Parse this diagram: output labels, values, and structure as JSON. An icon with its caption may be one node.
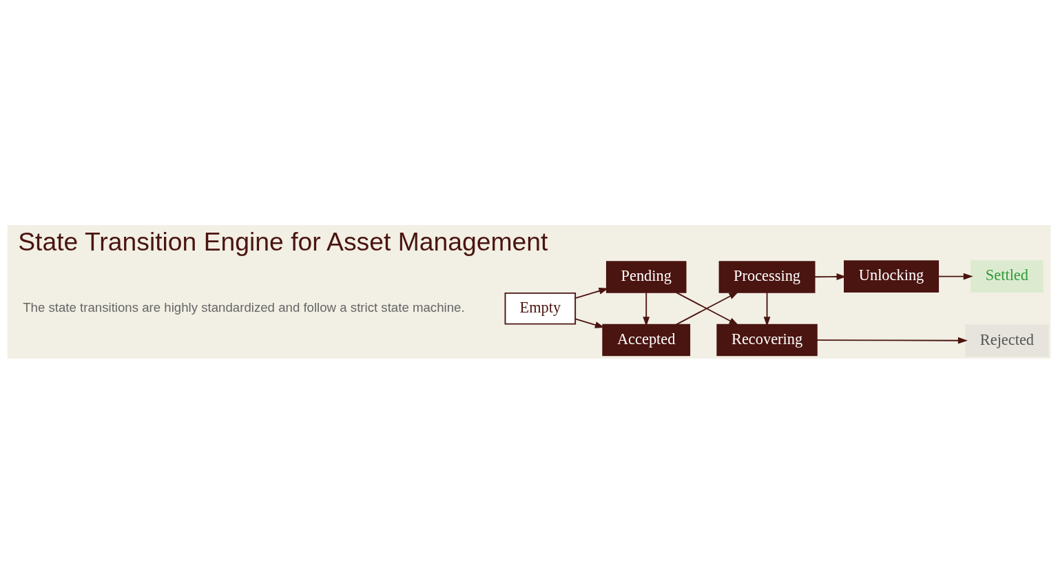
{
  "diagram": {
    "title": "State Transition Engine for Asset Management",
    "nodes": [
      {
        "text": [
          "Empty"
        ]
      },
      {
        "text": [
          "Accepted"
        ]
      },
      {
        "text": [
          "Processing"
        ]
      },
      {
        "text": [
          "Unlocking"
        ]
      },
      {
        "text": [
          "Settled"
        ]
      },
      {
        "text": [
          "Pending"
        ]
      },
      {
        "text": [
          "Recovering"
        ]
      },
      {
        "text": [
          "Rejected"
        ]
      }
    ],
    "edges": [
      {
        "from": 0,
        "to": 1,
        "arrow": "to"
      },
      {
        "from": 0,
        "to": 5,
        "arrow": "to"
      },
      {
        "from": 1,
        "to": 2,
        "arrow": "to"
      },
      {
        "from": 2,
        "to": 3,
        "arrow": "to"
      },
      {
        "from": 3,
        "to": 4,
        "arrow": "to"
      },
      {
        "from": 5,
        "to": 1,
        "arrow": "to"
      },
      {
        "from": 2,
        "to": 6,
        "arrow": "to"
      },
      {
        "from": 5,
        "to": 6,
        "arrow": "to"
      },
      {
        "from": 6,
        "to": 7,
        "arrow": "to"
      }
    ],
    "labels": [
      "The state transitions are highly standardized and follow a strict state machine."
    ]
  }
}
